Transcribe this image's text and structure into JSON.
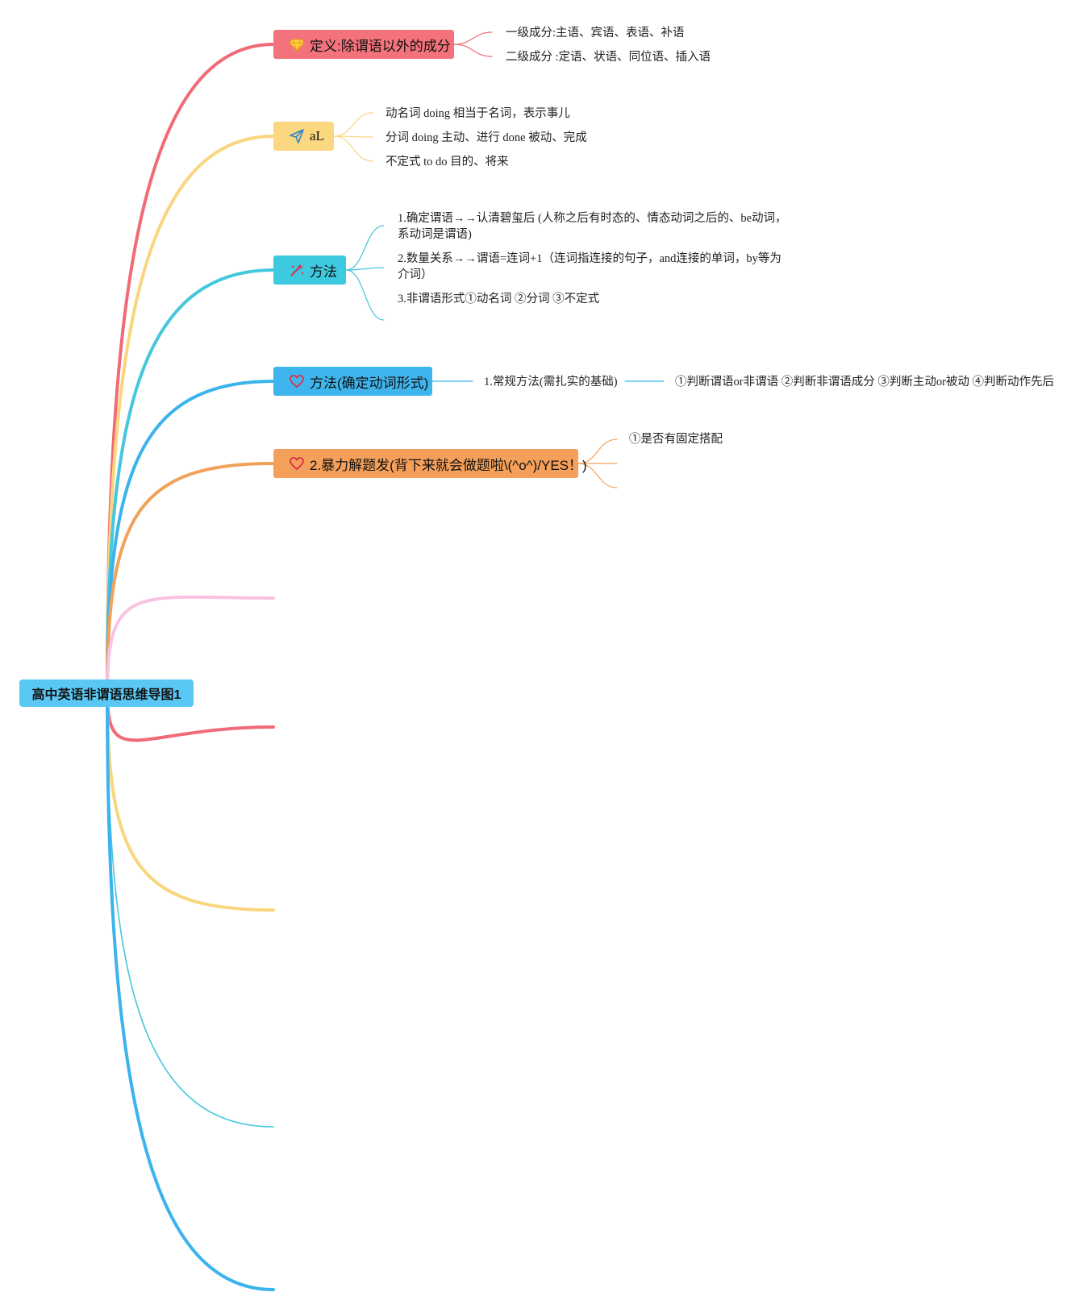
{
  "title": "高中英语非谓语思维导图1",
  "colors": {
    "root": "#5ac8f5",
    "red": "#f4727c",
    "yellow": "#fbd77f",
    "cyan": "#3dc9df",
    "blue": "#3fb5ee",
    "orange": "#f5a05a",
    "pink": "#f9bde0",
    "branch_red": "#f06b77",
    "branch_yellow": "#f9d67e",
    "branch_cyan": "#45c7dc",
    "branch_blue": "#3bb3ec",
    "branch_orange": "#f0a25b",
    "branch_pink": "#f8c3e2"
  },
  "branches": [
    {
      "label": "定义:除谓语以外的成分",
      "icon": "diamond-icon",
      "children": [
        "一级成分:主语、宾语、表语、补语",
        "二级成分 :定语、状语、同位语、插入语"
      ]
    },
    {
      "label": "aL",
      "icon": "paper-plane-icon",
      "children": [
        "动名词 doing 相当于名词，表示事儿",
        "分词 doing 主动、进行 done 被动、完成",
        "不定式 to do 目的、将来"
      ]
    },
    {
      "label": "方法",
      "icon": "magic-wand-icon",
      "children": [
        "1.确定谓语→→认清碧玺后 (人称之后有时态的、情态动词之后的、be动词，系动词是谓语)",
        "2.数量关系→→谓语=连词+1（连词指连接的句子，and连接的单词，by等为介词）",
        "3.非谓语形式①动名词 ②分词 ③不定式"
      ]
    },
    {
      "label": "方法(确定动词形式)",
      "icon": "heart-icon",
      "children": [
        "1.常规方法(需扎实的基础)"
      ],
      "grandchildren": [
        "①判断谓语or非谓语 ②判断非谓语成分 ③判断主动or被动 ④判断动作先后"
      ]
    },
    {
      "label": "2.暴力解题发(背下来就会做题啦\\(^o^)/YES！)",
      "icon": "heart-icon",
      "children": [
        "①是否有固定搭配"
      ]
    }
  ]
}
